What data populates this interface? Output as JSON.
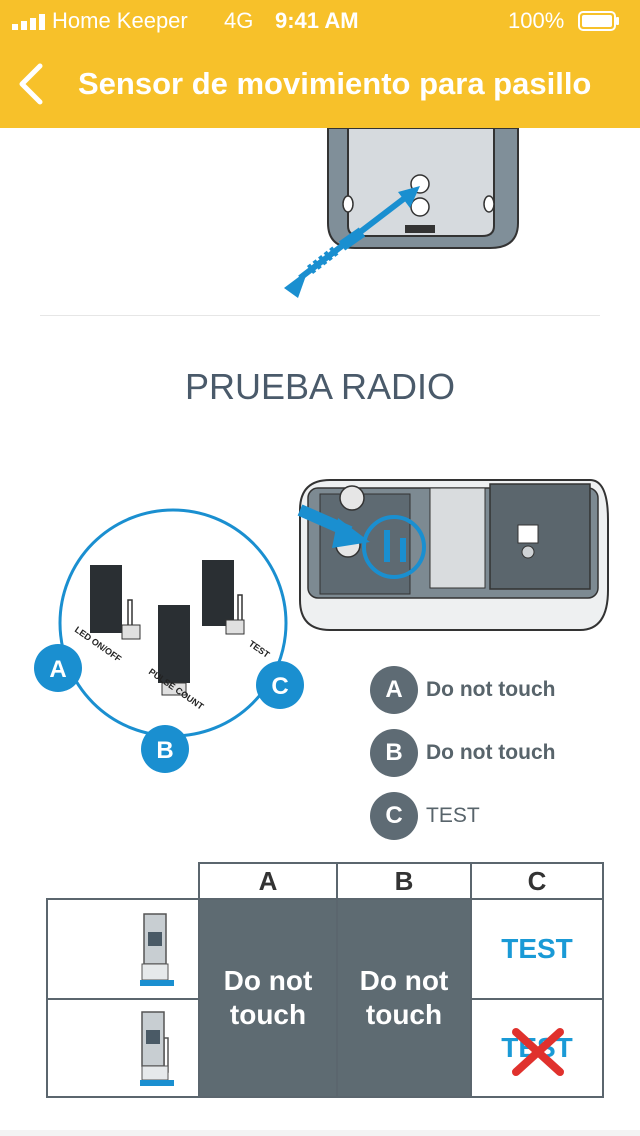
{
  "status_bar": {
    "carrier": "Home Keeper",
    "network": "4G",
    "time": "9:41 AM",
    "battery": "100%"
  },
  "header": {
    "title": "Sensor de movimiento para pasillo",
    "back_icon": "chevron-left-icon"
  },
  "section": {
    "title": "PRUEBA RADIO"
  },
  "diagram": {
    "jumper_labels": [
      "LED ON/OFF",
      "PULSE COUNT",
      "TEST"
    ],
    "badges": [
      "A",
      "B",
      "C"
    ]
  },
  "legend": [
    {
      "letter": "A",
      "text": "Do not touch"
    },
    {
      "letter": "B",
      "text": "Do not touch"
    },
    {
      "letter": "C",
      "text": "TEST"
    }
  ],
  "table": {
    "headers": [
      "A",
      "B",
      "C"
    ],
    "a_text": "Do not touch",
    "b_text": "Do not touch",
    "c_row1": "TEST",
    "c_row2": "TEST"
  },
  "colors": {
    "header": "#f7c12a",
    "accent_blue": "#1a9ad6",
    "badge_gray": "#5e6b74",
    "cross_red": "#e0312d"
  }
}
